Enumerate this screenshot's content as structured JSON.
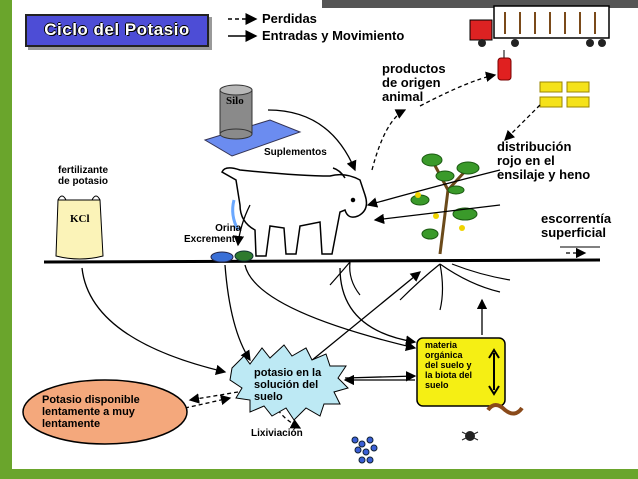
{
  "title": "Ciclo del Potasio",
  "legend": {
    "losses": "Perdidas",
    "inputs": "Entradas y Movimiento"
  },
  "labels": {
    "silo": "Silo",
    "supplements": "Suplementos",
    "animal_products": "productos\nde origen\nanimal",
    "distribution": "distribución\nrojo en el\nensilaje y heno",
    "runoff": "escorrentía\nsuperficial",
    "fertilizer": "fertilizante\nde potasio",
    "kcl": "KCl",
    "urine_excrement": "Orina\nExcremento",
    "soil_solution": "potasio en la\nsolución del\nsuelo",
    "organic_matter": "materia\norgánica\ndel suelo y\nla biota del\nsuelo",
    "slow_potassium": "Potasio disponible\nlentamente a muy\nlentamente",
    "leaching": "Lixiviación"
  },
  "colors": {
    "title_bg": "#4d4dd6",
    "frame": "#6aa52c",
    "silo_base": "#6b8cf0",
    "organic_box": "#f5ef14",
    "slow_ellipse": "#f4a87c",
    "solution_burst": "#bde9f4",
    "leaf": "#3a9a2a",
    "fruit": "#f0d400"
  }
}
